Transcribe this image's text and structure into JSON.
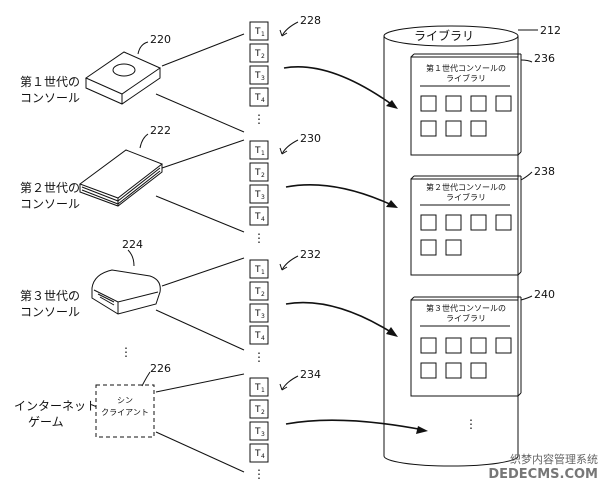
{
  "library": {
    "ref": "212",
    "title": "ライブラリ",
    "panels": [
      {
        "ref": "236",
        "line1": "第１世代コンソールの",
        "line2": "ライブラリ"
      },
      {
        "ref": "238",
        "line1": "第２世代コンソールの",
        "line2": "ライブラリ"
      },
      {
        "ref": "240",
        "line1": "第３世代コンソールの",
        "line2": "ライブラリ"
      }
    ]
  },
  "consoles": [
    {
      "ref": "220",
      "line1": "第１世代の",
      "line2": "コンソール"
    },
    {
      "ref": "222",
      "line1": "第２世代の",
      "line2": "コンソール"
    },
    {
      "ref": "224",
      "line1": "第３世代の",
      "line2": "コンソール"
    },
    {
      "ref": "226",
      "line1": "インターネット",
      "line2": "ゲーム",
      "box_line1": "シン",
      "box_line2": "クライアント"
    }
  ],
  "token_stacks": [
    {
      "ref": "228",
      "tokens": [
        "1",
        "2",
        "3",
        "4"
      ]
    },
    {
      "ref": "230",
      "tokens": [
        "1",
        "2",
        "3",
        "4"
      ]
    },
    {
      "ref": "232",
      "tokens": [
        "1",
        "2",
        "3",
        "4"
      ]
    },
    {
      "ref": "234",
      "tokens": [
        "1",
        "2",
        "3",
        "4"
      ]
    }
  ],
  "token_letter": "T",
  "ellipsis": "⋮",
  "watermark": {
    "line1": "织梦内容管理系统",
    "line2": "DEDECMS.COM"
  }
}
